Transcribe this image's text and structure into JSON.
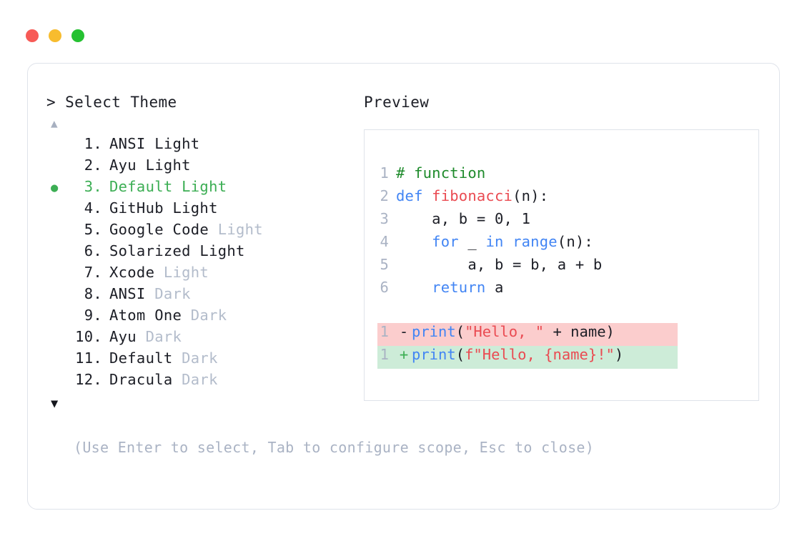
{
  "window": {
    "dots": [
      {
        "name": "close",
        "color": "#f75a56"
      },
      {
        "name": "minimize",
        "color": "#f7bc2e"
      },
      {
        "name": "maximize",
        "color": "#25c131"
      }
    ]
  },
  "left_panel": {
    "prompt": "> Select Theme",
    "scroll_up_icon": "▲",
    "scroll_down_icon": "▼",
    "selected_index": 3,
    "selected_bullet": "●",
    "themes": [
      {
        "num": "1.",
        "name": "ANSI",
        "suffix": "Light",
        "suffix_muted": false,
        "selected": false
      },
      {
        "num": "2.",
        "name": "Ayu",
        "suffix": "Light",
        "suffix_muted": false,
        "selected": false
      },
      {
        "num": "3.",
        "name": "Default",
        "suffix": "Light",
        "suffix_muted": false,
        "selected": true
      },
      {
        "num": "4.",
        "name": "GitHub",
        "suffix": "Light",
        "suffix_muted": false,
        "selected": false
      },
      {
        "num": "5.",
        "name": "Google Code",
        "suffix": "Light",
        "suffix_muted": true,
        "selected": false
      },
      {
        "num": "6.",
        "name": "Solarized",
        "suffix": "Light",
        "suffix_muted": false,
        "selected": false
      },
      {
        "num": "7.",
        "name": "Xcode",
        "suffix": "Light",
        "suffix_muted": true,
        "selected": false
      },
      {
        "num": "8.",
        "name": "ANSI",
        "suffix": "Dark",
        "suffix_muted": true,
        "selected": false
      },
      {
        "num": "9.",
        "name": "Atom One",
        "suffix": "Dark",
        "suffix_muted": true,
        "selected": false
      },
      {
        "num": "10.",
        "name": "Ayu",
        "suffix": "Dark",
        "suffix_muted": true,
        "selected": false
      },
      {
        "num": "11.",
        "name": "Default",
        "suffix": "Dark",
        "suffix_muted": true,
        "selected": false
      },
      {
        "num": "12.",
        "name": "Dracula",
        "suffix": "Dark",
        "suffix_muted": true,
        "selected": false
      }
    ]
  },
  "right_panel": {
    "label": "Preview",
    "code_lines": [
      {
        "ln": "1",
        "tokens": [
          {
            "t": "# function",
            "c": "comment"
          }
        ]
      },
      {
        "ln": "2",
        "tokens": [
          {
            "t": "def ",
            "c": "kw"
          },
          {
            "t": "fibonacci",
            "c": "fn"
          },
          {
            "t": "(n):",
            "c": "plain"
          }
        ]
      },
      {
        "ln": "3",
        "tokens": [
          {
            "t": "    a, b = 0, 1",
            "c": "plain"
          }
        ]
      },
      {
        "ln": "4",
        "tokens": [
          {
            "t": "    ",
            "c": "plain"
          },
          {
            "t": "for",
            "c": "kw"
          },
          {
            "t": " _ ",
            "c": "plain"
          },
          {
            "t": "in range",
            "c": "kw"
          },
          {
            "t": "(n):",
            "c": "plain"
          }
        ]
      },
      {
        "ln": "5",
        "tokens": [
          {
            "t": "        a, b = b, a + b",
            "c": "plain"
          }
        ]
      },
      {
        "ln": "6",
        "tokens": [
          {
            "t": "    ",
            "c": "plain"
          },
          {
            "t": "return",
            "c": "kw"
          },
          {
            "t": " a",
            "c": "plain"
          }
        ]
      }
    ],
    "diff_lines": [
      {
        "ln": "1",
        "mark": "-",
        "kind": "minus",
        "tokens": [
          {
            "t": "print",
            "c": "kw"
          },
          {
            "t": "(",
            "c": "plain"
          },
          {
            "t": "\"Hello, \"",
            "c": "str"
          },
          {
            "t": " + name)",
            "c": "plain"
          }
        ]
      },
      {
        "ln": "1",
        "mark": "+",
        "kind": "plus",
        "tokens": [
          {
            "t": "print",
            "c": "kw"
          },
          {
            "t": "(",
            "c": "plain"
          },
          {
            "t": "f\"Hello, {name}!\"",
            "c": "str"
          },
          {
            "t": ")",
            "c": "plain"
          }
        ]
      }
    ]
  },
  "footer": {
    "hint": "(Use Enter to select, Tab to configure scope, Esc to close)"
  },
  "colors": {
    "accent_green": "#3cae54",
    "muted": "#b3bccb",
    "text": "#1c1e26",
    "border": "#dfe3ea",
    "diff_remove_bg": "#fbcdcd",
    "diff_add_bg": "#cdecd8",
    "syntax_comment": "#1f8b2c",
    "syntax_keyword": "#4285f4",
    "syntax_function": "#ea4b52",
    "syntax_string": "#ea4b52"
  }
}
